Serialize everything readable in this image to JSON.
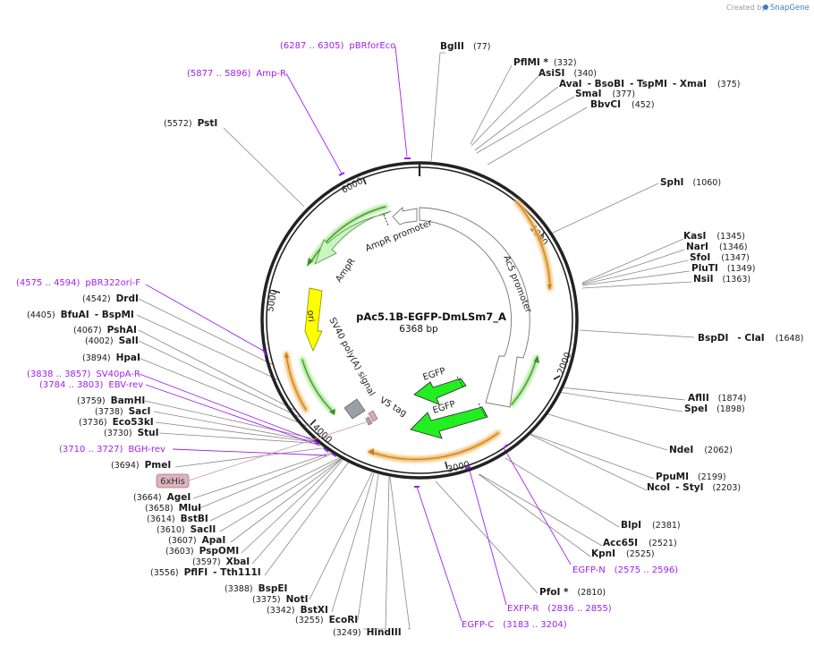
{
  "credit": {
    "created_by": "Created by",
    "brand": "SnapGene"
  },
  "plasmid": {
    "name": "pAc5.1B-EGFP-DmLSm7_A",
    "length": "6368 bp"
  },
  "ticks": [
    "1000",
    "2000",
    "3000",
    "4000",
    "5000",
    "6000"
  ],
  "features": {
    "ampr_promoter": "AmpR promoter",
    "ac5_promoter": "Ac5 promoter",
    "ampr": "AmpR",
    "ori": "ori",
    "sv40": "SV40 poly(A) signal",
    "v5": "V5 tag",
    "egfp1": "EGFP",
    "egfp2": "EGFP",
    "his": "6xHis"
  },
  "sites": [
    {
      "name": "BglII",
      "pos": "(77)"
    },
    {
      "name": "PflMI *",
      "pos": "(332)"
    },
    {
      "name": "AsiSI",
      "pos": "(340)"
    },
    {
      "name": "AvaI",
      "extra1": "- BsoBI",
      "extra2": "- TspMI",
      "extra3": "- XmaI",
      "pos": "(375)"
    },
    {
      "name": "SmaI",
      "pos": "(377)"
    },
    {
      "name": "BbvCI",
      "pos": "(452)"
    },
    {
      "name": "SphI",
      "pos": "(1060)"
    },
    {
      "name": "KasI",
      "pos": "(1345)"
    },
    {
      "name": "NarI",
      "pos": "(1346)"
    },
    {
      "name": "SfoI",
      "pos": "(1347)"
    },
    {
      "name": "PluTI",
      "pos": "(1349)"
    },
    {
      "name": "NsiI",
      "pos": "(1363)"
    },
    {
      "name": "BspDI",
      "extra1": "- ClaI",
      "pos": "(1648)"
    },
    {
      "name": "AflII",
      "pos": "(1874)"
    },
    {
      "name": "SpeI",
      "pos": "(1898)"
    },
    {
      "name": "NdeI",
      "pos": "(2062)"
    },
    {
      "name": "PpuMI",
      "pos": "(2199)"
    },
    {
      "name": "NcoI",
      "extra1": "- StyI",
      "pos": "(2203)"
    },
    {
      "name": "BlpI",
      "pos": "(2381)"
    },
    {
      "name": "Acc65I",
      "pos": "(2521)"
    },
    {
      "name": "KpnI",
      "pos": "(2525)"
    },
    {
      "name": "PfoI *",
      "pos": "(2810)"
    },
    {
      "name": "HindIII",
      "pos": "(3249)"
    },
    {
      "name": "EcoRI",
      "pos": "(3255)"
    },
    {
      "name": "BstXI",
      "pos": "(3342)"
    },
    {
      "name": "NotI",
      "pos": "(3375)"
    },
    {
      "name": "BspEI",
      "pos": "(3388)"
    },
    {
      "name": "PflFI",
      "extra1": "- Tth111I",
      "pos": "(3556)"
    },
    {
      "name": "XbaI",
      "pos": "(3597)"
    },
    {
      "name": "PspOMI",
      "pos": "(3603)"
    },
    {
      "name": "ApaI",
      "pos": "(3607)"
    },
    {
      "name": "SacII",
      "pos": "(3610)"
    },
    {
      "name": "BstBI",
      "pos": "(3614)"
    },
    {
      "name": "MluI",
      "pos": "(3658)"
    },
    {
      "name": "AgeI",
      "pos": "(3664)"
    },
    {
      "name": "PmeI",
      "pos": "(3694)"
    },
    {
      "name": "StuI",
      "pos": "(3730)"
    },
    {
      "name": "Eco53kI",
      "pos": "(3736)"
    },
    {
      "name": "SacI",
      "pos": "(3738)"
    },
    {
      "name": "BamHI",
      "pos": "(3759)"
    },
    {
      "name": "HpaI",
      "pos": "(3894)"
    },
    {
      "name": "SalI",
      "pos": "(4002)"
    },
    {
      "name": "PshAI",
      "pos": "(4067)"
    },
    {
      "name": "BfuAI",
      "extra1": "- BspMI",
      "pos": "(4405)"
    },
    {
      "name": "DrdI",
      "pos": "(4542)"
    },
    {
      "name": "PstI",
      "pos": "(5572)"
    }
  ],
  "primers": [
    {
      "name": "pBRforEco",
      "range": "(6287 .. 6305)"
    },
    {
      "name": "Amp-R",
      "range": "(5877 .. 5896)"
    },
    {
      "name": "pBR322ori-F",
      "range": "(4575 .. 4594)"
    },
    {
      "name": "SV40pA-R",
      "range": "(3838 .. 3857)"
    },
    {
      "name": "EBV-rev",
      "range": "(3784 .. 3803)"
    },
    {
      "name": "BGH-rev",
      "range": "(3710 .. 3727)"
    },
    {
      "name": "EGFP-N",
      "range": "(2575 .. 2596)"
    },
    {
      "name": "EXFP-R",
      "range": "(2836 .. 2855)"
    },
    {
      "name": "EGFP-C",
      "range": "(3183 .. 3204)"
    }
  ],
  "colors": {
    "primer": "#a020f0",
    "ampr": "#c8f5c0",
    "ori": "#ffff00",
    "egfp": "#22ee22",
    "orange_arc": "#e8a030",
    "green_arc": "#60c040",
    "backbone": "#222222"
  }
}
